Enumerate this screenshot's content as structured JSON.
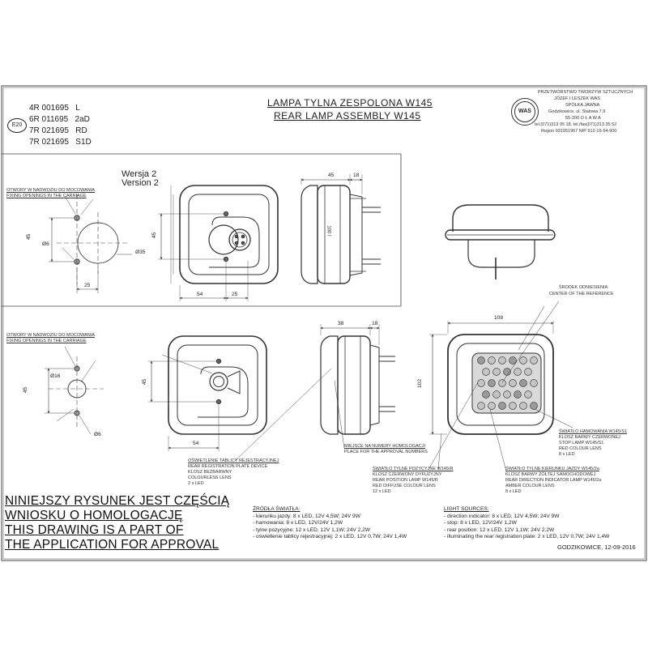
{
  "approvals": [
    {
      "number": "4R 001695",
      "suffix": "L"
    },
    {
      "number": "6R 011695",
      "suffix": "2aD"
    },
    {
      "number": "7R 021695",
      "suffix": "RD"
    },
    {
      "number": "7R 021695",
      "suffix": "S1D"
    }
  ],
  "emark": "E20",
  "title_pl": "LAMPA TYLNA ZESPOLONA W145",
  "title_en": "REAR LAMP ASSEMBLY W145",
  "company": {
    "line1": "PRZETWÓRSTWO TWORZYW SZTUCZNYCH",
    "line2": "JÓZEF I LESZEK WAS",
    "line3": "SPÓŁKA JAWNA",
    "line4": "Godzikowice, ul. Stalowa 7,9",
    "line5": "55-200  O Ł A W A",
    "line6": "tel.(071)313 95 18, tel./fax(071)313 35 52",
    "line7": "Regon 931951967 NIP 912-16-54-900"
  },
  "logo_text": "WAS",
  "version": {
    "pl": "Wersja 2",
    "en": "Version 2"
  },
  "fixing": {
    "pl": "OTWORY W NADWOZIU DO MOCOWANIA",
    "en": "FIXING OPENINGS IN THE CARRIAGE"
  },
  "dims": {
    "d45": "45",
    "d25": "25",
    "d54": "54",
    "d6": "Ø6",
    "d35": "Ø35",
    "d16": "Ø16",
    "d18": "18",
    "d38": "38",
    "d108": "108",
    "d102": "102"
  },
  "side_label": "100 I",
  "reference": {
    "pl": "ŚRODEK ODNIESIENIA",
    "en": "CENTER OF THE REFERENCE"
  },
  "callouts": {
    "plate": [
      "OŚWIETLENIE TABLICY REJESTRACYJNEJ",
      "REAR REGISTRATION PLATE DEVICE",
      "KLOSZ BEZBARWNY",
      "COLOURLESS LENS",
      "2 x LED"
    ],
    "homologation": [
      "MIEJSCE NA NUMERY HOMOLOGACJI",
      "PLACE FOR THE APPROVAL NUMBERS"
    ],
    "position": [
      "ŚWIATŁO TYLNE POZYCYJNE W145/R",
      "KLOSZ CZERWONY DYFUZYJNY",
      "REAR POSITION LAMP W145/R",
      "RED DIFFUSE COLOUR LENS",
      "12 x LED"
    ],
    "indicator": [
      "ŚWIATŁO TYLNE KIERUNKU JAZDY W145/2a",
      "KLOSZ BARWY ŻÓŁTEJ SAMOCHODOWEJ",
      "REAR DIRECTION INDICATOR LAMP W145/2a",
      "AMBER COLOUR LENS",
      "8 x LED"
    ],
    "stop": [
      "ŚWIATŁO  HAMOWANIA W145/S1",
      "KLOSZ BARWY CZERWONEJ",
      "STOP LAMP W145/S1",
      "RED COLOUR LENS",
      "8 x LED"
    ]
  },
  "notice": [
    "NINIEJSZY RYSUNEK JEST CZĘŚCIĄ",
    "WNIOSKU O  HOMOLOGACJĘ",
    "THIS DRAWING IS A PART OF",
    "THE APPLICATION FOR  APPROVAL"
  ],
  "sources_pl": {
    "heading": "ŹRÓDŁA ŚWIATŁA:",
    "items": [
      "- kierunku jazdy: 8 x LED, 12V 4,5W; 24V 9W",
      "- hamowania: 8 x LED, 12V/24V 1,2W",
      "- tylne pozycyjne: 12 x LED, 12V 1,1W; 24V 2,2W",
      "- oświetlenie tablicy rejestracyjnej: 2 x LED, 12V 0,7W; 24V 1,4W"
    ]
  },
  "sources_en": {
    "heading": "LIGHT SOURCES:",
    "items": [
      "- direction indicator: 8 x LED, 12V 4,5W; 24V 9W",
      "- stop: 8 x LED, 12V/24V 1,2W",
      "- rear position: 12 x LED, 12V 1,1W; 24V 2,2W",
      "- illuminating the rear registration plate: 2 x LED, 12V 0,7W; 24V 1,4W"
    ]
  },
  "date": "GODZIKOWICE,  12-09-2016",
  "colors": {
    "stamp_red": "#a8232c",
    "line": "#333333",
    "dim_line": "#555555"
  }
}
